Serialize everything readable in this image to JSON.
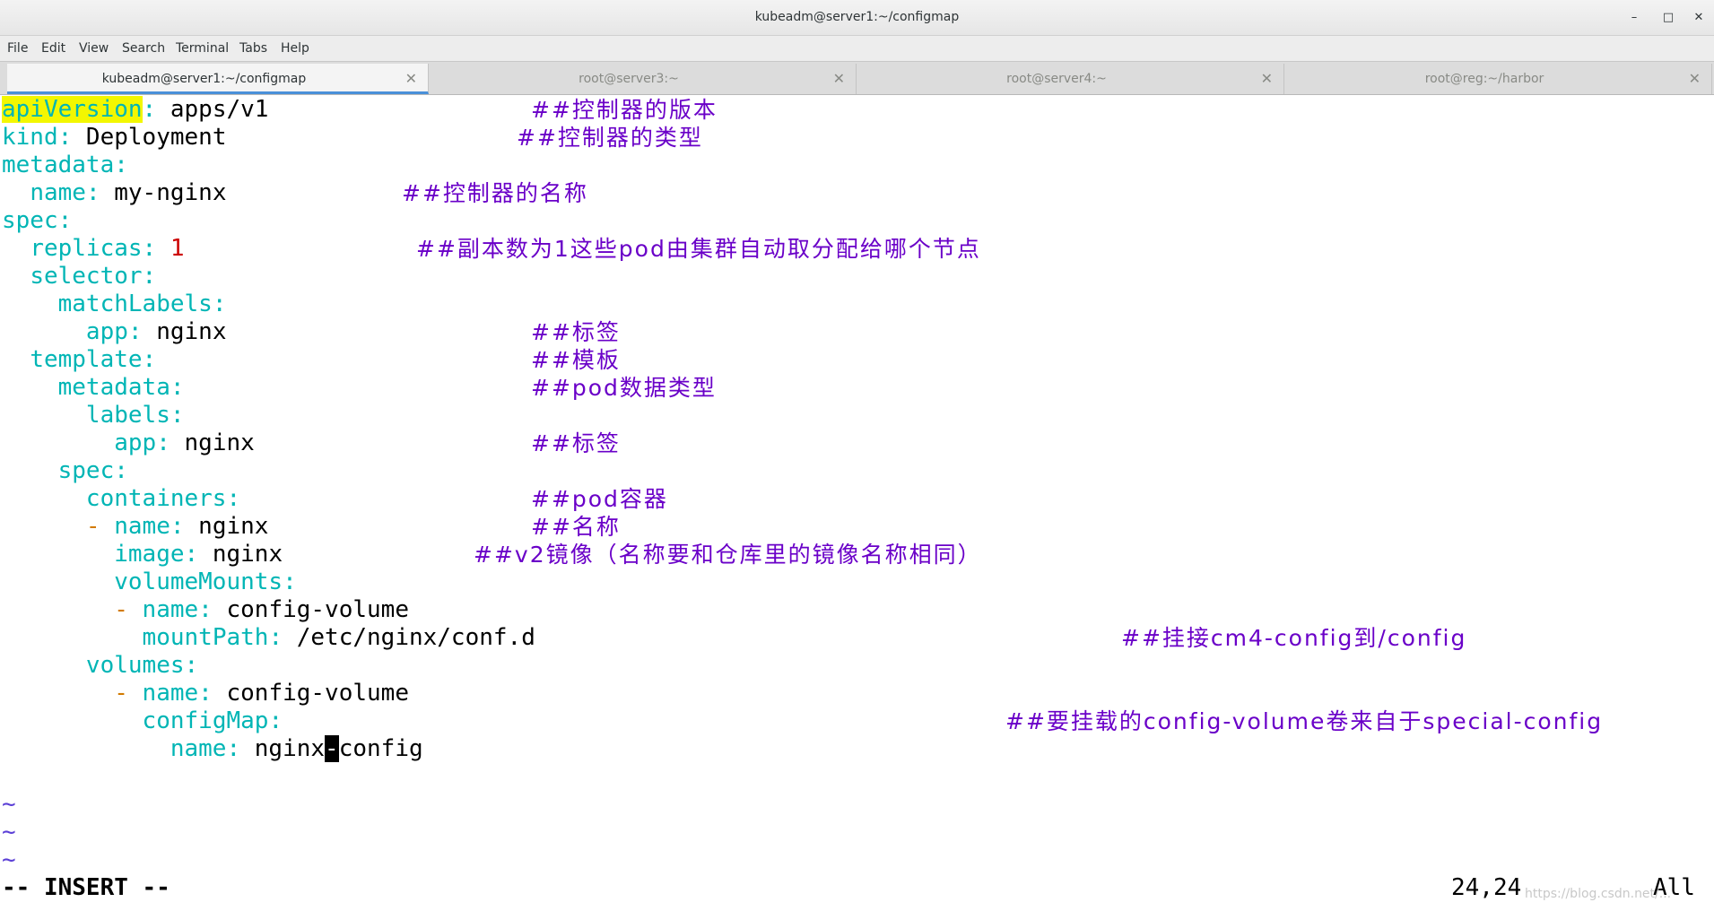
{
  "window": {
    "title": "kubeadm@server1:~/configmap",
    "min_icon": "minimize-icon",
    "max_icon": "maximize-icon",
    "close_icon": "close-icon"
  },
  "menu": [
    "File",
    "Edit",
    "View",
    "Search",
    "Terminal",
    "Tabs",
    "Help"
  ],
  "tabs": [
    {
      "label": "kubeadm@server1:~/configmap",
      "active": true
    },
    {
      "label": "root@server3:~",
      "active": false
    },
    {
      "label": "root@server4:~",
      "active": false
    },
    {
      "label": "root@reg:~/harbor",
      "active": false
    }
  ],
  "code": {
    "l1": {
      "key": "apiVersion",
      "value": " apps/v1"
    },
    "l2": {
      "key": "kind",
      "value": " Deployment"
    },
    "l3": {
      "key": "metadata"
    },
    "l4": {
      "key": "name",
      "value": " my-nginx"
    },
    "l5": {
      "key": "spec"
    },
    "l6": {
      "key": "replicas",
      "value": "1"
    },
    "l7": {
      "key": "selector"
    },
    "l8": {
      "key": "matchLabels"
    },
    "l9": {
      "key": "app",
      "value": " nginx"
    },
    "l10": {
      "key": "template"
    },
    "l11": {
      "key": "metadata"
    },
    "l12": {
      "key": "labels"
    },
    "l13": {
      "key": "app",
      "value": " nginx"
    },
    "l14": {
      "key": "spec"
    },
    "l15": {
      "key": "containers"
    },
    "l16": {
      "dash": "-",
      "key": "name",
      "value": " nginx"
    },
    "l17": {
      "key": "image",
      "value": " nginx"
    },
    "l18": {
      "key": "volumeMounts"
    },
    "l19": {
      "dash": "-",
      "key": "name",
      "value": " config-volume"
    },
    "l20": {
      "key": "mountPath",
      "value": " /etc/nginx/conf.d"
    },
    "l21": {
      "key": "volumes"
    },
    "l22": {
      "dash": "-",
      "key": "name",
      "value": " config-volume"
    },
    "l23": {
      "key": "configMap"
    },
    "l24": {
      "key": "name",
      "value_before": " nginx",
      "cursor_char": "-",
      "value_after": "config"
    },
    "colon": ":",
    "tilde": "~"
  },
  "comments": {
    "c1": "##控制器的版本",
    "c2": "##控制器的类型",
    "c4": "##控制器的名称",
    "c6": "##副本数为1这些pod由集群自动取分配给哪个节点",
    "c9": "##标签",
    "c10": "##模板",
    "c11": "##pod数据类型",
    "c13": "##标签",
    "c15": "##pod容器",
    "c16": "##名称",
    "c17": "##v2镜像（名称要和仓库里的镜像名称相同）",
    "c20": "##挂接cm4-config到/config",
    "c23": "##要挂载的config-volume卷来自于special-config"
  },
  "status": {
    "mode": "-- INSERT --",
    "cursor_pos": "24,24",
    "scroll": "All"
  },
  "watermark": "https://blog.csdn.net/..."
}
